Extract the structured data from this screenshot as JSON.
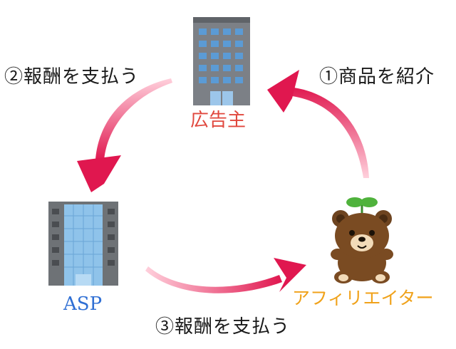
{
  "nodes": {
    "advertiser": {
      "label": "広告主",
      "icon": "office-building-icon",
      "color": "#e0473d"
    },
    "asp": {
      "label": "ASP",
      "icon": "glass-building-icon",
      "color": "#2f6fd4"
    },
    "affiliater": {
      "label": "アフィリエイター",
      "icon": "bear-mascot-icon",
      "color": "#f0a21a"
    }
  },
  "steps": {
    "introduce": "①商品を紹介",
    "pay_to_asp": "②報酬を支払う",
    "pay_to_affiliate": "③報酬を支払う"
  },
  "colors": {
    "arrow": "#e0174f",
    "text": "#1a1a1a"
  }
}
